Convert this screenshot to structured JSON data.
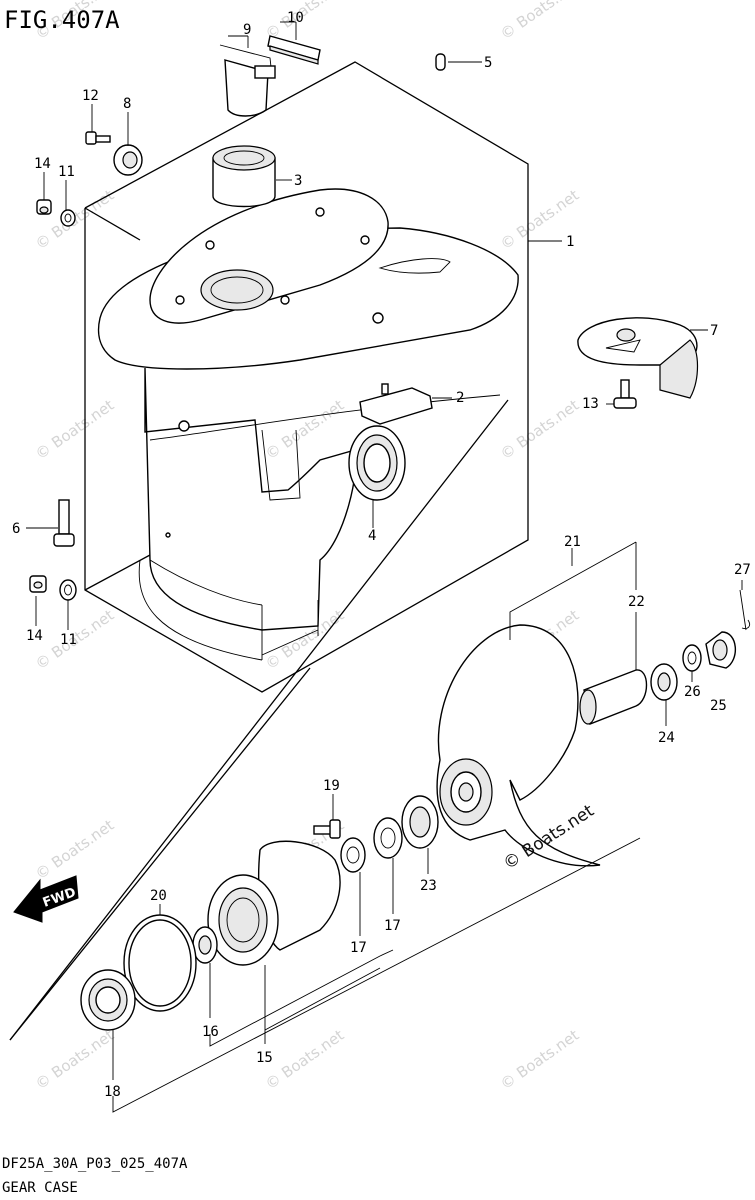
{
  "figure": {
    "title": "FIG.407A",
    "code": "DF25A_30A_P03_025_407A",
    "name": "GEAR CASE",
    "direction_label": "FWD",
    "watermark": "© Boats.net",
    "watermark_prominent": "© Boats.net"
  },
  "callouts": {
    "c1": "1",
    "c2": "2",
    "c3": "3",
    "c4": "4",
    "c5": "5",
    "c6": "6",
    "c7": "7",
    "c8": "8",
    "c9": "9",
    "c10": "10",
    "c11a": "11",
    "c11b": "11",
    "c12": "12",
    "c13": "13",
    "c14a": "14",
    "c14b": "14",
    "c15": "15",
    "c16": "16",
    "c17a": "17",
    "c17b": "17",
    "c18": "18",
    "c19": "19",
    "c20": "20",
    "c21": "21",
    "c22": "22",
    "c23": "23",
    "c24": "24",
    "c25": "25",
    "c26": "26",
    "c27": "27"
  },
  "colors": {
    "line": "#000000",
    "watermark": "#d4d4d4",
    "background": "#ffffff"
  }
}
